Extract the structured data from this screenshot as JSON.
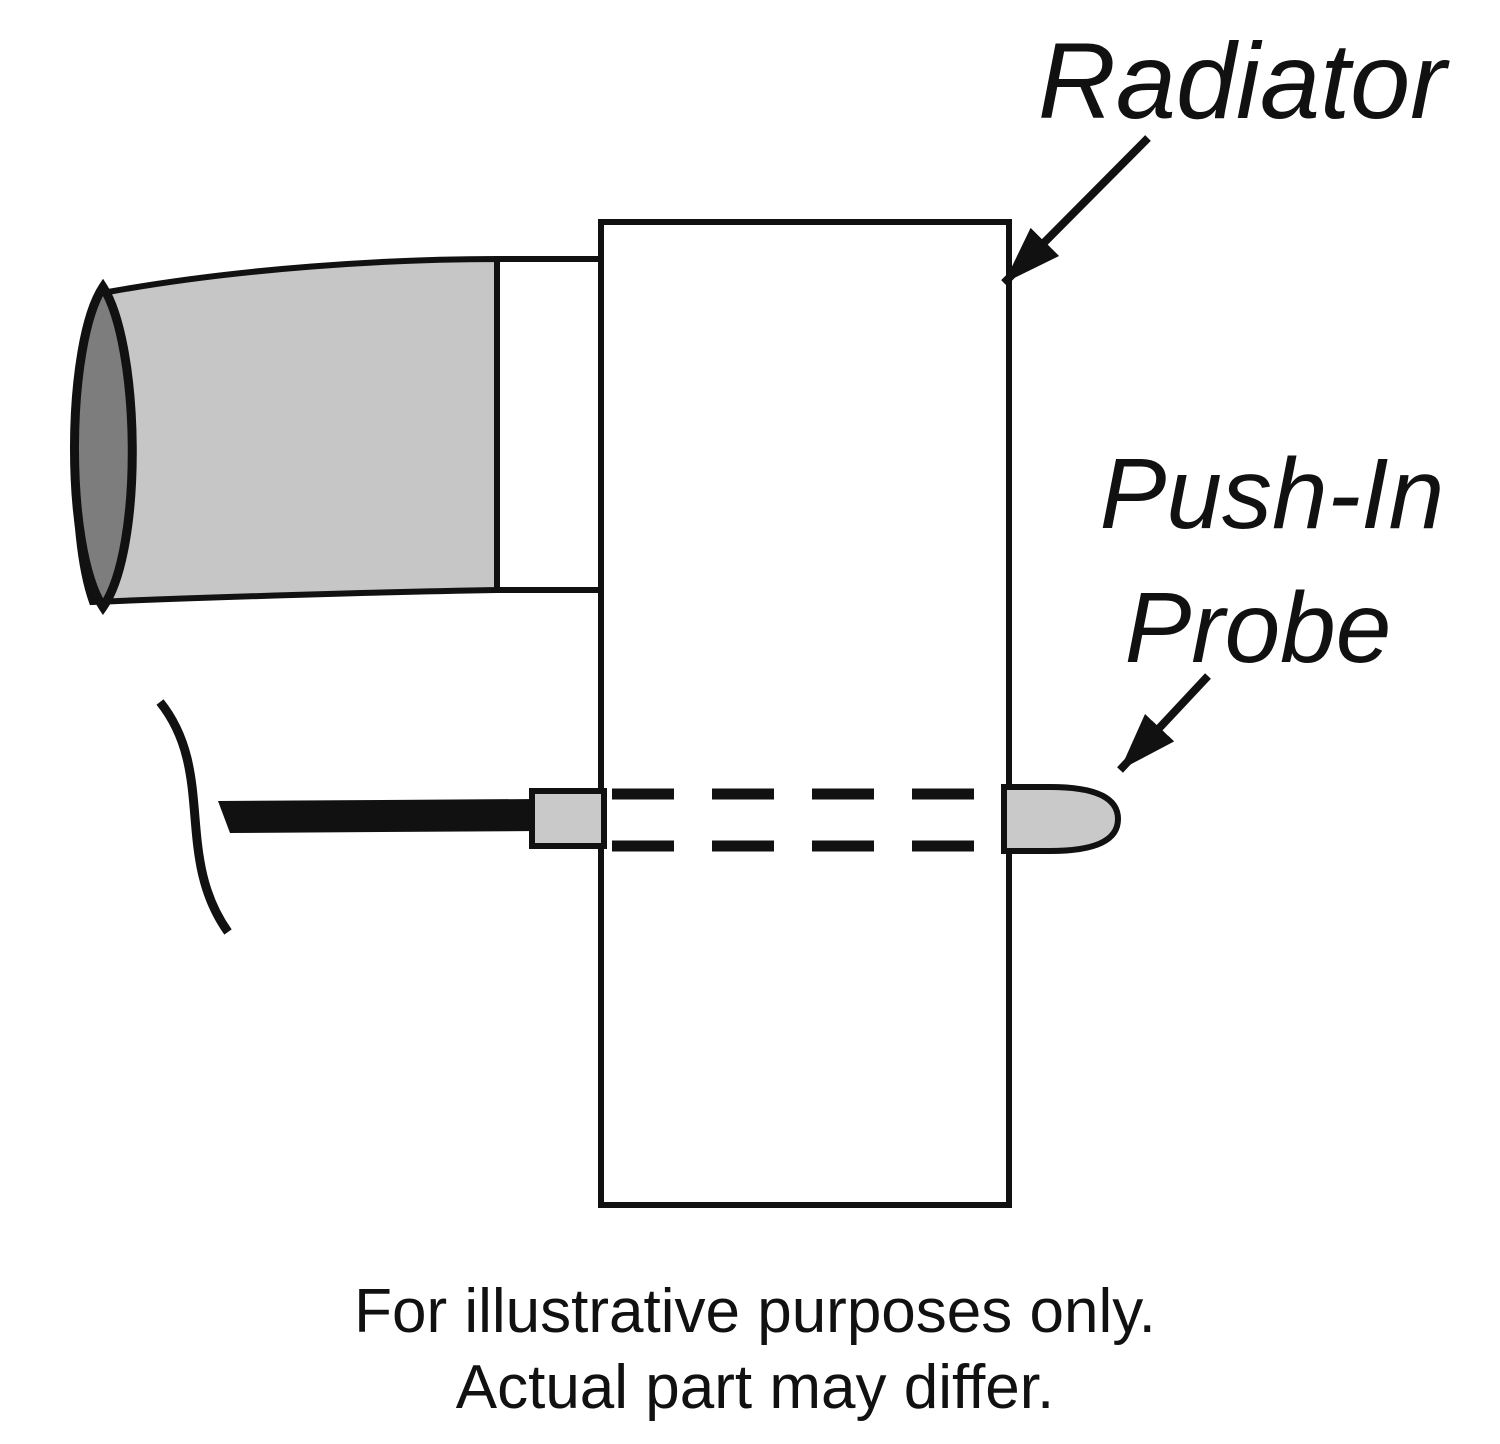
{
  "diagram": {
    "labels": {
      "radiator": "Radiator",
      "probe_line1": "Push-In",
      "probe_line2": "Probe"
    },
    "footer": {
      "line1": "For illustrative purposes only.",
      "line2": "Actual part may differ."
    },
    "colors": {
      "background": "#ffffff",
      "line_black": "#111111",
      "hose_gray": "#c6c6c6",
      "hose_opening_gray": "#7d7d7d",
      "probe_ferrule_gray": "#c9c9c9",
      "probe_tip_gray": "#c9c9c9",
      "radiator_fill": "#ffffff"
    }
  }
}
